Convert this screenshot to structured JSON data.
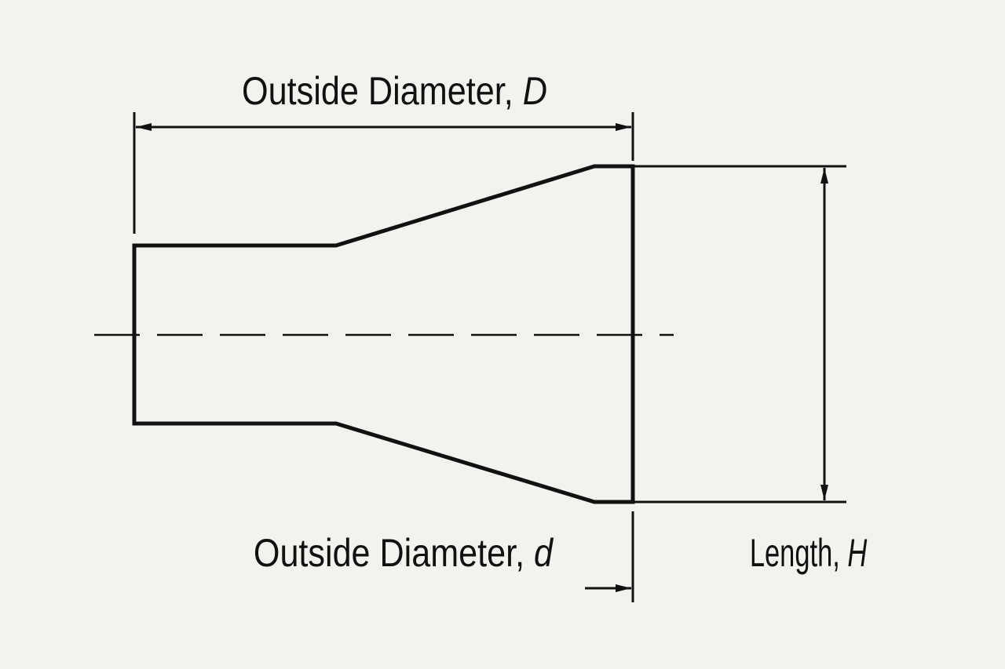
{
  "labels": {
    "outside_diameter_large": {
      "text": "Outside Diameter, ",
      "symbol": "D"
    },
    "outside_diameter_small": {
      "text": "Outside Diameter, ",
      "symbol": "d"
    },
    "length": {
      "text": "Length, ",
      "symbol": "H"
    }
  },
  "colors": {
    "background": "#f4f2ee",
    "ink": "#111111"
  }
}
